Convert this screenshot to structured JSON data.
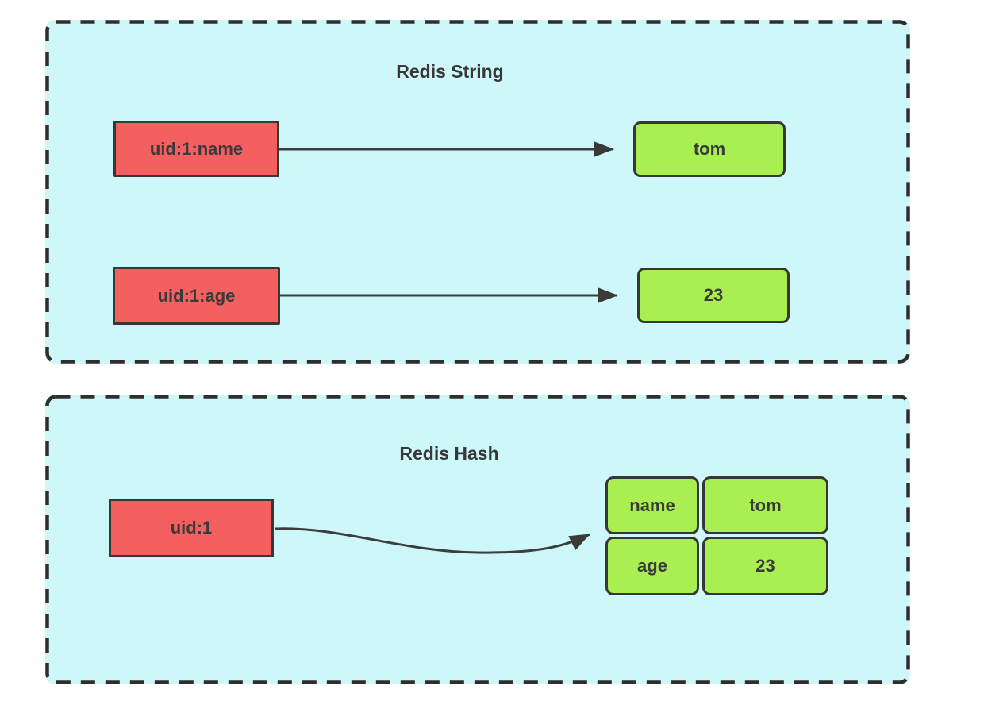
{
  "diagram": {
    "panels": [
      {
        "title": "Redis String",
        "rows": [
          {
            "key": "uid:1:name",
            "value": "tom"
          },
          {
            "key": "uid:1:age",
            "value": "23"
          }
        ]
      },
      {
        "title": "Redis Hash",
        "key": "uid:1",
        "fields": [
          {
            "field": "name",
            "value": "tom"
          },
          {
            "field": "age",
            "value": "23"
          }
        ]
      }
    ],
    "colors": {
      "panel_background": "#cdf7f9",
      "key_box_fill": "#f45f5f",
      "value_box_fill": "#a9ef52",
      "stroke": "#373737",
      "text": "#3a3a3a"
    }
  }
}
